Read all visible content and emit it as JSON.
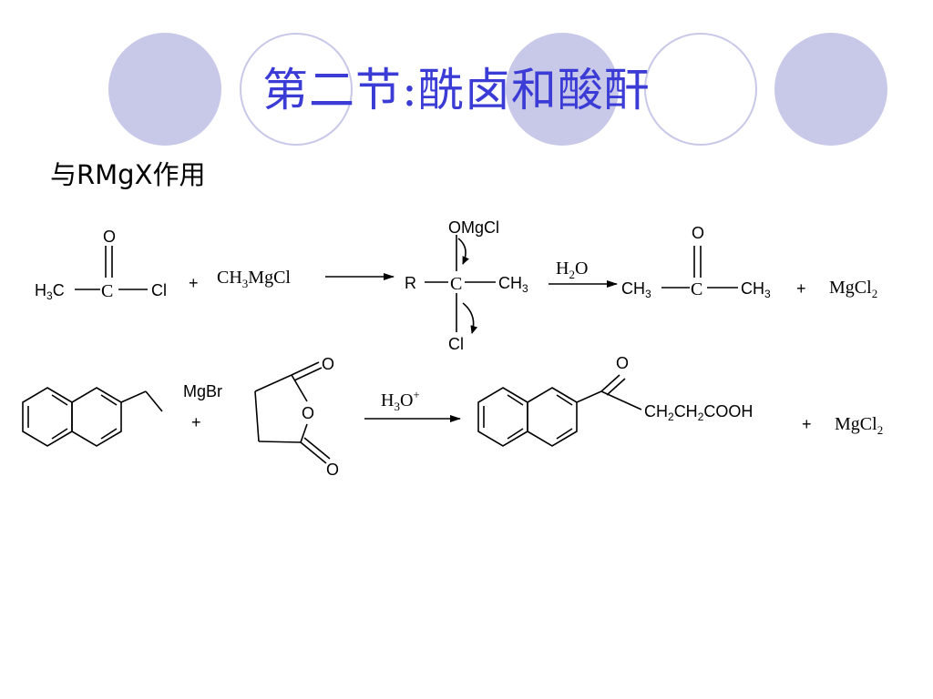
{
  "theme": {
    "title_color": "#3b3bd6",
    "circle_fill": "#c8c8e8",
    "circle_ring": "#c8c8e8"
  },
  "slide": {
    "title": "第二节:酰卤和酸酐",
    "subtitle": "与RMgX作用"
  },
  "reaction1": {
    "acyl_o": "O",
    "acyl_h3c": "H",
    "acyl_h3c_sub": "3",
    "acyl_h3c_c": "C",
    "acyl_c": "C",
    "acyl_cl": "Cl",
    "plus1": "+",
    "grignard": "CH",
    "grignard_sub": "3",
    "grignard_rest": "MgCl",
    "inter_omgcl": "OMgCl",
    "inter_r": "R",
    "inter_c": "C",
    "inter_ch3": "CH",
    "inter_ch3_sub": "3",
    "inter_cl": "Cl",
    "arrow2_reagent": "H",
    "arrow2_reagent_sub": "2",
    "arrow2_reagent_o": "O",
    "ketone_o": "O",
    "ketone_left": "CH",
    "ketone_left_sub": "3",
    "ketone_c": "C",
    "ketone_right": "CH",
    "ketone_right_sub": "3",
    "plus2": "+",
    "byproduct": "MgCl",
    "byproduct_sub": "2"
  },
  "reaction2": {
    "mgbr": "MgBr",
    "plus1": "+",
    "anhydride_o_top": "O",
    "anhydride_o_ring": "O",
    "anhydride_o_bottom": "O",
    "arrow_reagent": "H",
    "arrow_reagent_sub": "3",
    "arrow_reagent_o": "O",
    "arrow_reagent_sup": "+",
    "product_o": "O",
    "product_chain_1": "CH",
    "product_chain_sub1": "2",
    "product_chain_2": "CH",
    "product_chain_sub2": "2",
    "product_chain_3": "COOH",
    "plus2": "+",
    "byproduct": "MgCl",
    "byproduct_sub": "2"
  }
}
